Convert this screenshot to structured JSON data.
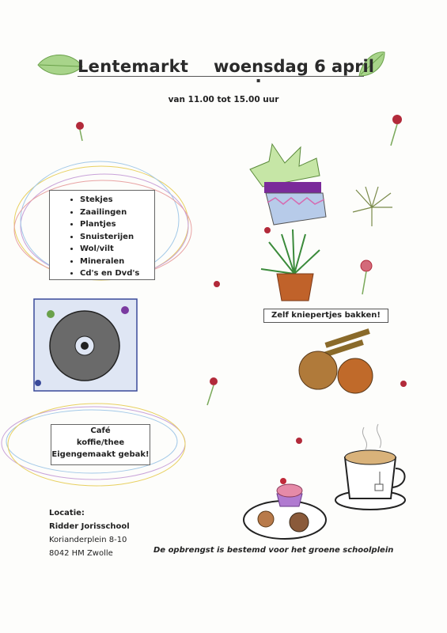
{
  "header": {
    "title": "Lentemarkt",
    "date": "woensdag 6 april",
    "time": "van 11.00 tot 15.00 uur"
  },
  "market_items": [
    "Stekjes",
    "Zaailingen",
    "Plantjes",
    "Snuisterijen",
    "Wol/vilt",
    "Mineralen",
    "Cd's en Dvd's"
  ],
  "activity": {
    "label": "Zelf kniepertjes bakken!"
  },
  "cafe": {
    "line1": "Café",
    "line2": "koffie/thee",
    "line3": "Eigengemaakt gebak!"
  },
  "location": {
    "heading": "Locatie:",
    "name": "Ridder Jorisschool",
    "street": "Korianderplein 8-10",
    "city": "8042 HM Zwolle"
  },
  "footer": {
    "proceeds": "De opbrengst is bestemd voor het groene schoolplein"
  },
  "colors": {
    "leaf": "#8cc26a",
    "flower": "#b22a3a",
    "pot": "#c0622a",
    "coffee": "#a66a3a"
  }
}
